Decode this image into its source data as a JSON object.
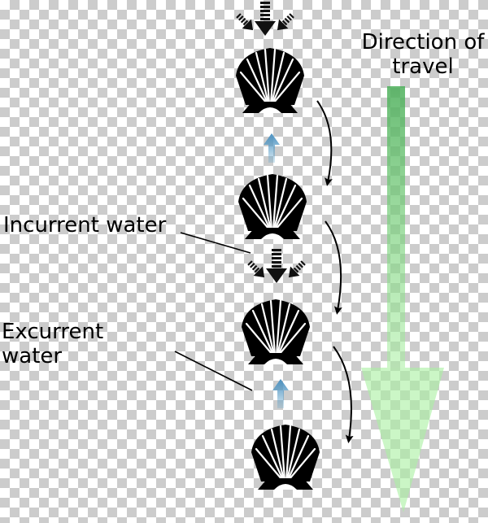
{
  "labels": {
    "direction_line1": "Direction of",
    "direction_line2": "travel",
    "incurrent": "Incurrent water",
    "excurrent_line1": "Excurrent",
    "excurrent_line2": "water"
  },
  "colors": {
    "shell": "#000000",
    "excurrent_arrow": "#5aa0c8",
    "travel_arrow": "#7ed38a",
    "background_check": "#cccccc"
  },
  "icons": {
    "shell": "scallop-shell-icon",
    "incurrent": "incurrent-water-arrows-icon",
    "excurrent": "excurrent-water-arrow-icon",
    "motion": "curved-motion-arrow-icon",
    "travel": "direction-of-travel-arrow-icon"
  }
}
